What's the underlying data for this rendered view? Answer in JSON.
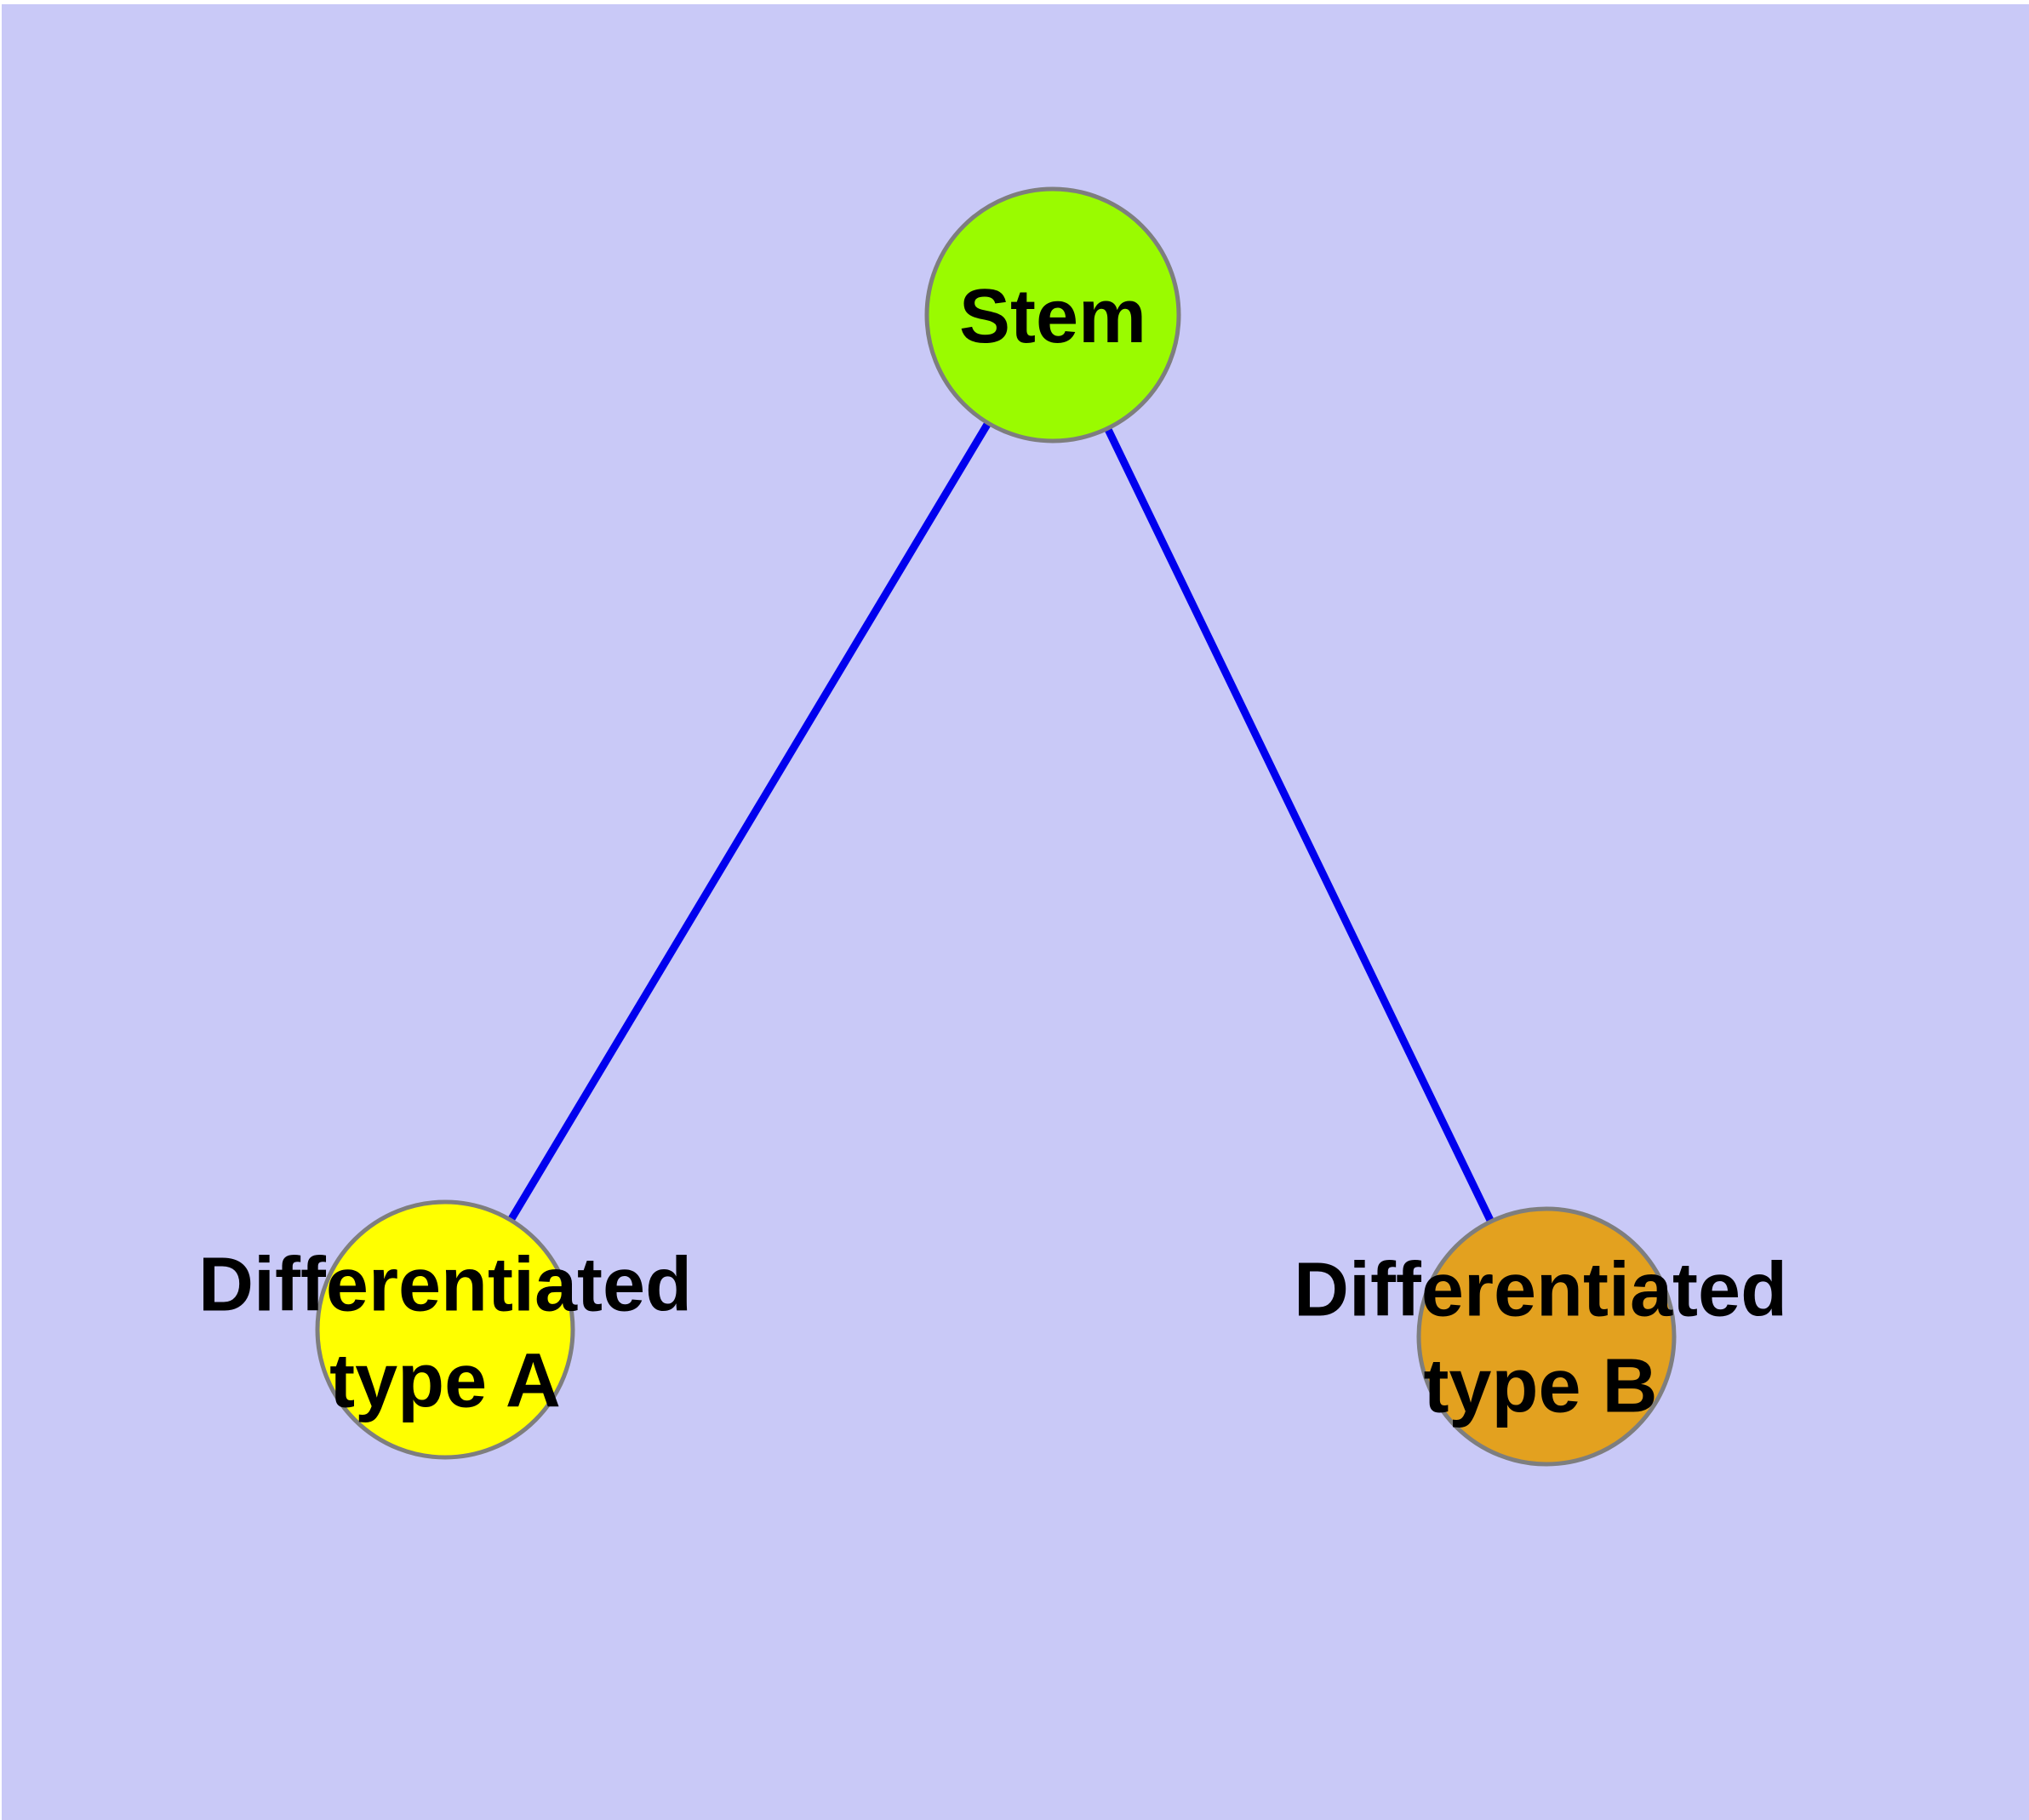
{
  "colors": {
    "background": "#C9C9F7",
    "edge": "#0000EE",
    "node_border": "#7E7E7E",
    "label_text": "#000000"
  },
  "nodes": [
    {
      "id": "stem",
      "label": "Stem",
      "label_lines": [
        "Stem"
      ],
      "fill": "#9AFB00"
    },
    {
      "id": "differentiated-type-a",
      "label": "Differentiated type A",
      "label_lines": [
        "Differentiated",
        "type A"
      ],
      "fill": "#FFFF00"
    },
    {
      "id": "differentiated-type-b",
      "label": "Differentiated type B",
      "label_lines": [
        "Differentiated",
        "type B"
      ],
      "fill": "#E3A11F"
    }
  ],
  "edges": [
    {
      "from": "Stem",
      "to": "Differentiated type A"
    },
    {
      "from": "Stem",
      "to": "Differentiated type B"
    }
  ]
}
